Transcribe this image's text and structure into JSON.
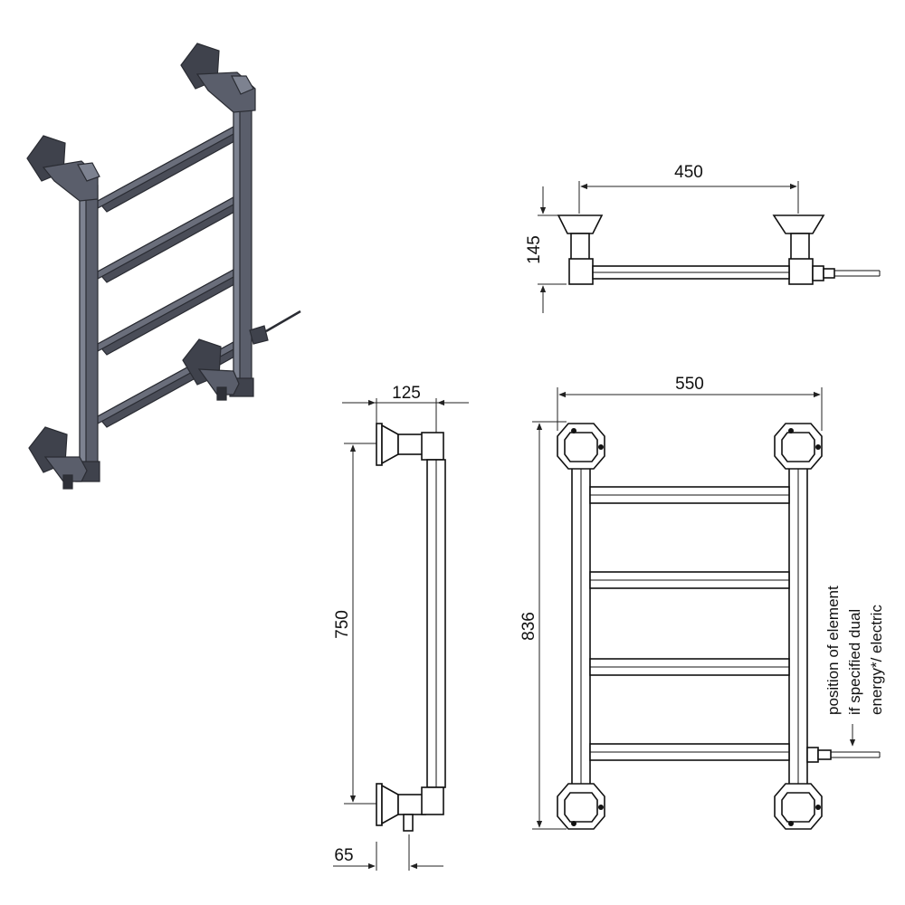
{
  "dimensions": {
    "top_width": "450",
    "top_depth": "145",
    "side_depth": "125",
    "side_height": "750",
    "side_offset": "65",
    "front_width": "550",
    "front_height": "836"
  },
  "element_note": {
    "line1": "position of element",
    "line2": "if specified dual",
    "line3": "energy*/ electric"
  },
  "colors": {
    "iso_dark": "#3f424c",
    "iso_mid": "#5a5e6b",
    "iso_light": "#7d8290",
    "line": "#111111"
  }
}
